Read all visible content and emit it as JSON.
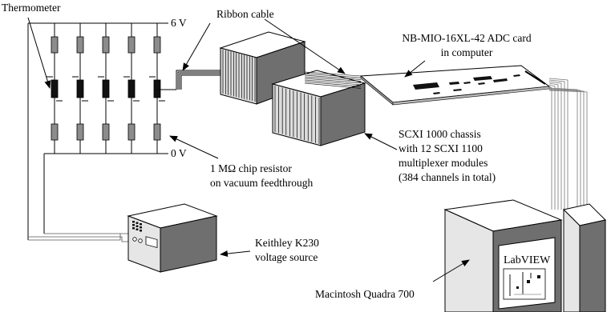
{
  "labels": {
    "thermometer": "Thermometer",
    "six_volt": "6 V",
    "zero_volt": "0 V",
    "ribbon_cable": "Ribbon cable",
    "adc_card_line1": "NB-MIO-16XL-42 ADC card",
    "adc_card_line2": "in computer",
    "scxi_line1": "SCXI 1000 chassis",
    "scxi_line2": "with 12 SCXI 1100",
    "scxi_line3": "multiplexer modules",
    "scxi_line4": "(384 channels in total)",
    "resistor_line1": "1 MΩ chip resistor",
    "resistor_line2": "on vacuum feedthrough",
    "keithley_line1": "Keithley K230",
    "keithley_line2": "voltage source",
    "mac_label": "Macintosh Quadra 700",
    "labview": "LabVIEW"
  },
  "colors": {
    "black": "#000000",
    "resistor_grey": "#8c8c8c",
    "box_front": "#6f6f6f",
    "box_side": "#e6e6e6",
    "screen": "#ffffff"
  }
}
